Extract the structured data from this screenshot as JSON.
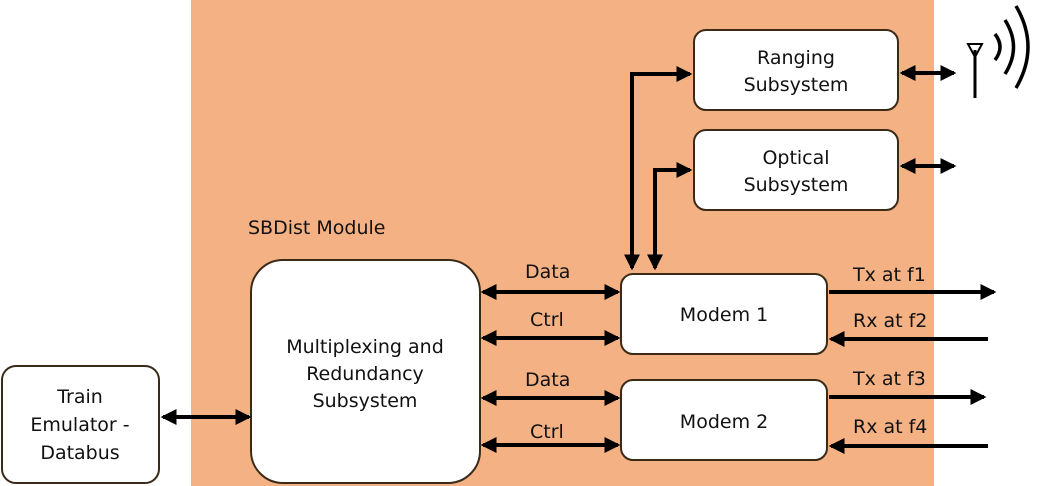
{
  "module_label": "SBDist Module",
  "colors": {
    "module_bg": "#f4b183",
    "box_fill": "#ffffff",
    "box_stroke": "#3a2a18",
    "line": "#000000"
  },
  "blocks": {
    "train_emulator": [
      "Train",
      "Emulator -",
      "Databus"
    ],
    "multiplexing": [
      "Multiplexing and",
      "Redundancy",
      "Subsystem"
    ],
    "ranging": [
      "Ranging",
      "Subsystem"
    ],
    "optical": [
      "Optical",
      "Subsystem"
    ],
    "modem1": "Modem 1",
    "modem2": "Modem 2"
  },
  "connections": {
    "mux_modem1": [
      "Data",
      "Ctrl"
    ],
    "mux_modem2": [
      "Data",
      "Ctrl"
    ]
  },
  "external": {
    "modem1_tx": "Tx at f1",
    "modem1_rx": "Rx at f2",
    "modem2_tx": "Tx at f3",
    "modem2_rx": "Rx at f4"
  },
  "icons": {
    "ranging_output": "antenna-icon"
  }
}
